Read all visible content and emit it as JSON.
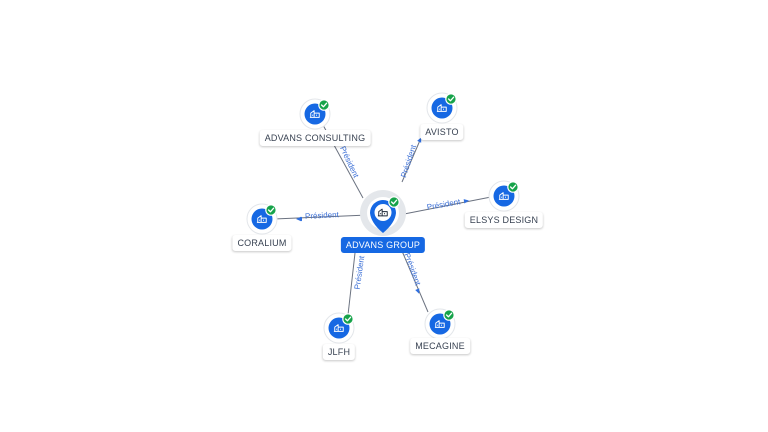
{
  "graph": {
    "center": {
      "name": "ADVANS GROUP",
      "verified": true,
      "icon": "company-building-icon"
    },
    "nodes": [
      {
        "name": "ADVANS CONSULTING",
        "verified": true,
        "icon": "company-building-icon"
      },
      {
        "name": "AVISTO",
        "verified": true,
        "icon": "company-building-icon"
      },
      {
        "name": "ELSYS DESIGN",
        "verified": true,
        "icon": "company-building-icon"
      },
      {
        "name": "CORALIUM",
        "verified": true,
        "icon": "company-building-icon"
      },
      {
        "name": "JLFH",
        "verified": true,
        "icon": "company-building-icon"
      },
      {
        "name": "MECAGINE",
        "verified": true,
        "icon": "company-building-icon"
      }
    ],
    "edges": [
      {
        "label": "Président"
      },
      {
        "label": "Président"
      },
      {
        "label": "Président"
      },
      {
        "label": "Président"
      },
      {
        "label": "Président"
      },
      {
        "label": "Président"
      }
    ],
    "colors": {
      "accent": "#1668e3",
      "verified": "#16a34a",
      "edge_label": "#3b6fd6"
    }
  }
}
